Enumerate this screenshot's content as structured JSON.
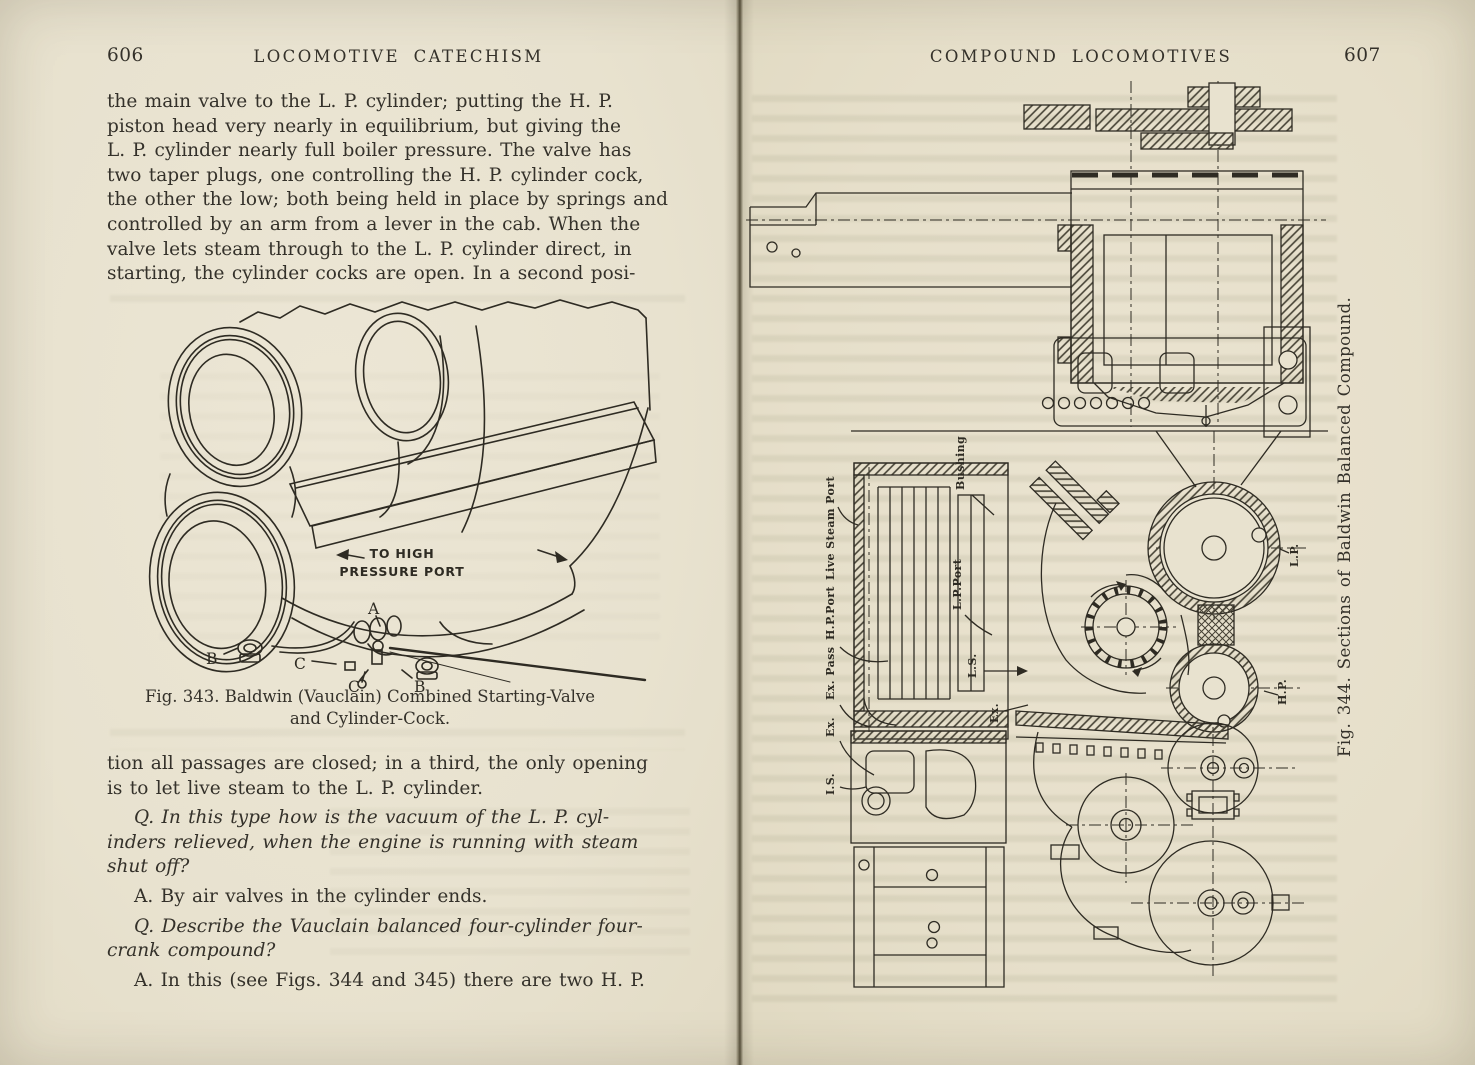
{
  "colors": {
    "paper": "#e8e2cf",
    "ink": "#34312a"
  },
  "left_page": {
    "page_number": "606",
    "running_head": "LOCOMOTIVE CATECHISM",
    "paragraph1_lines": [
      "the main valve to the L. P. cylinder; putting the H. P.",
      "piston head very nearly in equilibrium, but giving the",
      "L. P. cylinder nearly full boiler pressure.  The valve has",
      "two taper plugs, one controlling the H. P. cylinder cock,",
      "the other the low; both being held in place by springs and",
      "controlled by an arm from a lever in the cab.  When the",
      "valve lets steam through to the L. P. cylinder direct, in",
      "starting, the cylinder cocks are open.  In a second posi-"
    ],
    "figure": {
      "label_line1": "TO HIGH",
      "label_line2": "PRESSURE PORT",
      "callouts": {
        "a": "A",
        "b": "B",
        "c": "C"
      }
    },
    "caption_line1": "Fig. 343.  Baldwin (Vauclain) Combined Starting-Valve",
    "caption_line2": "and Cylinder-Cock.",
    "paragraph2_lines": [
      "tion all passages are closed; in a third, the only opening",
      "is to let live steam to the L. P. cylinder."
    ],
    "question1_lines": [
      "Q. In this type how is the vacuum of the L. P. cyl-",
      "inders relieved, when the engine is running with steam",
      "shut off?"
    ],
    "answer1_lines": [
      "A. By air valves in the cylinder ends."
    ],
    "question2_lines": [
      "Q. Describe the Vauclain balanced four-cylinder four-",
      "crank compound?"
    ],
    "answer2_lines": [
      "A. In this (see Figs. 344 and 345) there are two H. P."
    ]
  },
  "right_page": {
    "page_number": "607",
    "running_head": "COMPOUND LOCOMOTIVES",
    "figure_caption": "Fig. 344.  Sections of Baldwin Balanced Compound.",
    "figure_labels": {
      "live_steam_port": "Live Steam Port",
      "bushing": "Bushing",
      "lp_port": "L.P.Port",
      "hp_port": "H.P.Port",
      "ex_pass": "Ex. Pass",
      "ex_left": "Ex.",
      "is_left": "I.S.",
      "ls_center": "L.S.",
      "ex_center": "Ex.",
      "lp": "L.P.",
      "hp": "H.P."
    }
  }
}
